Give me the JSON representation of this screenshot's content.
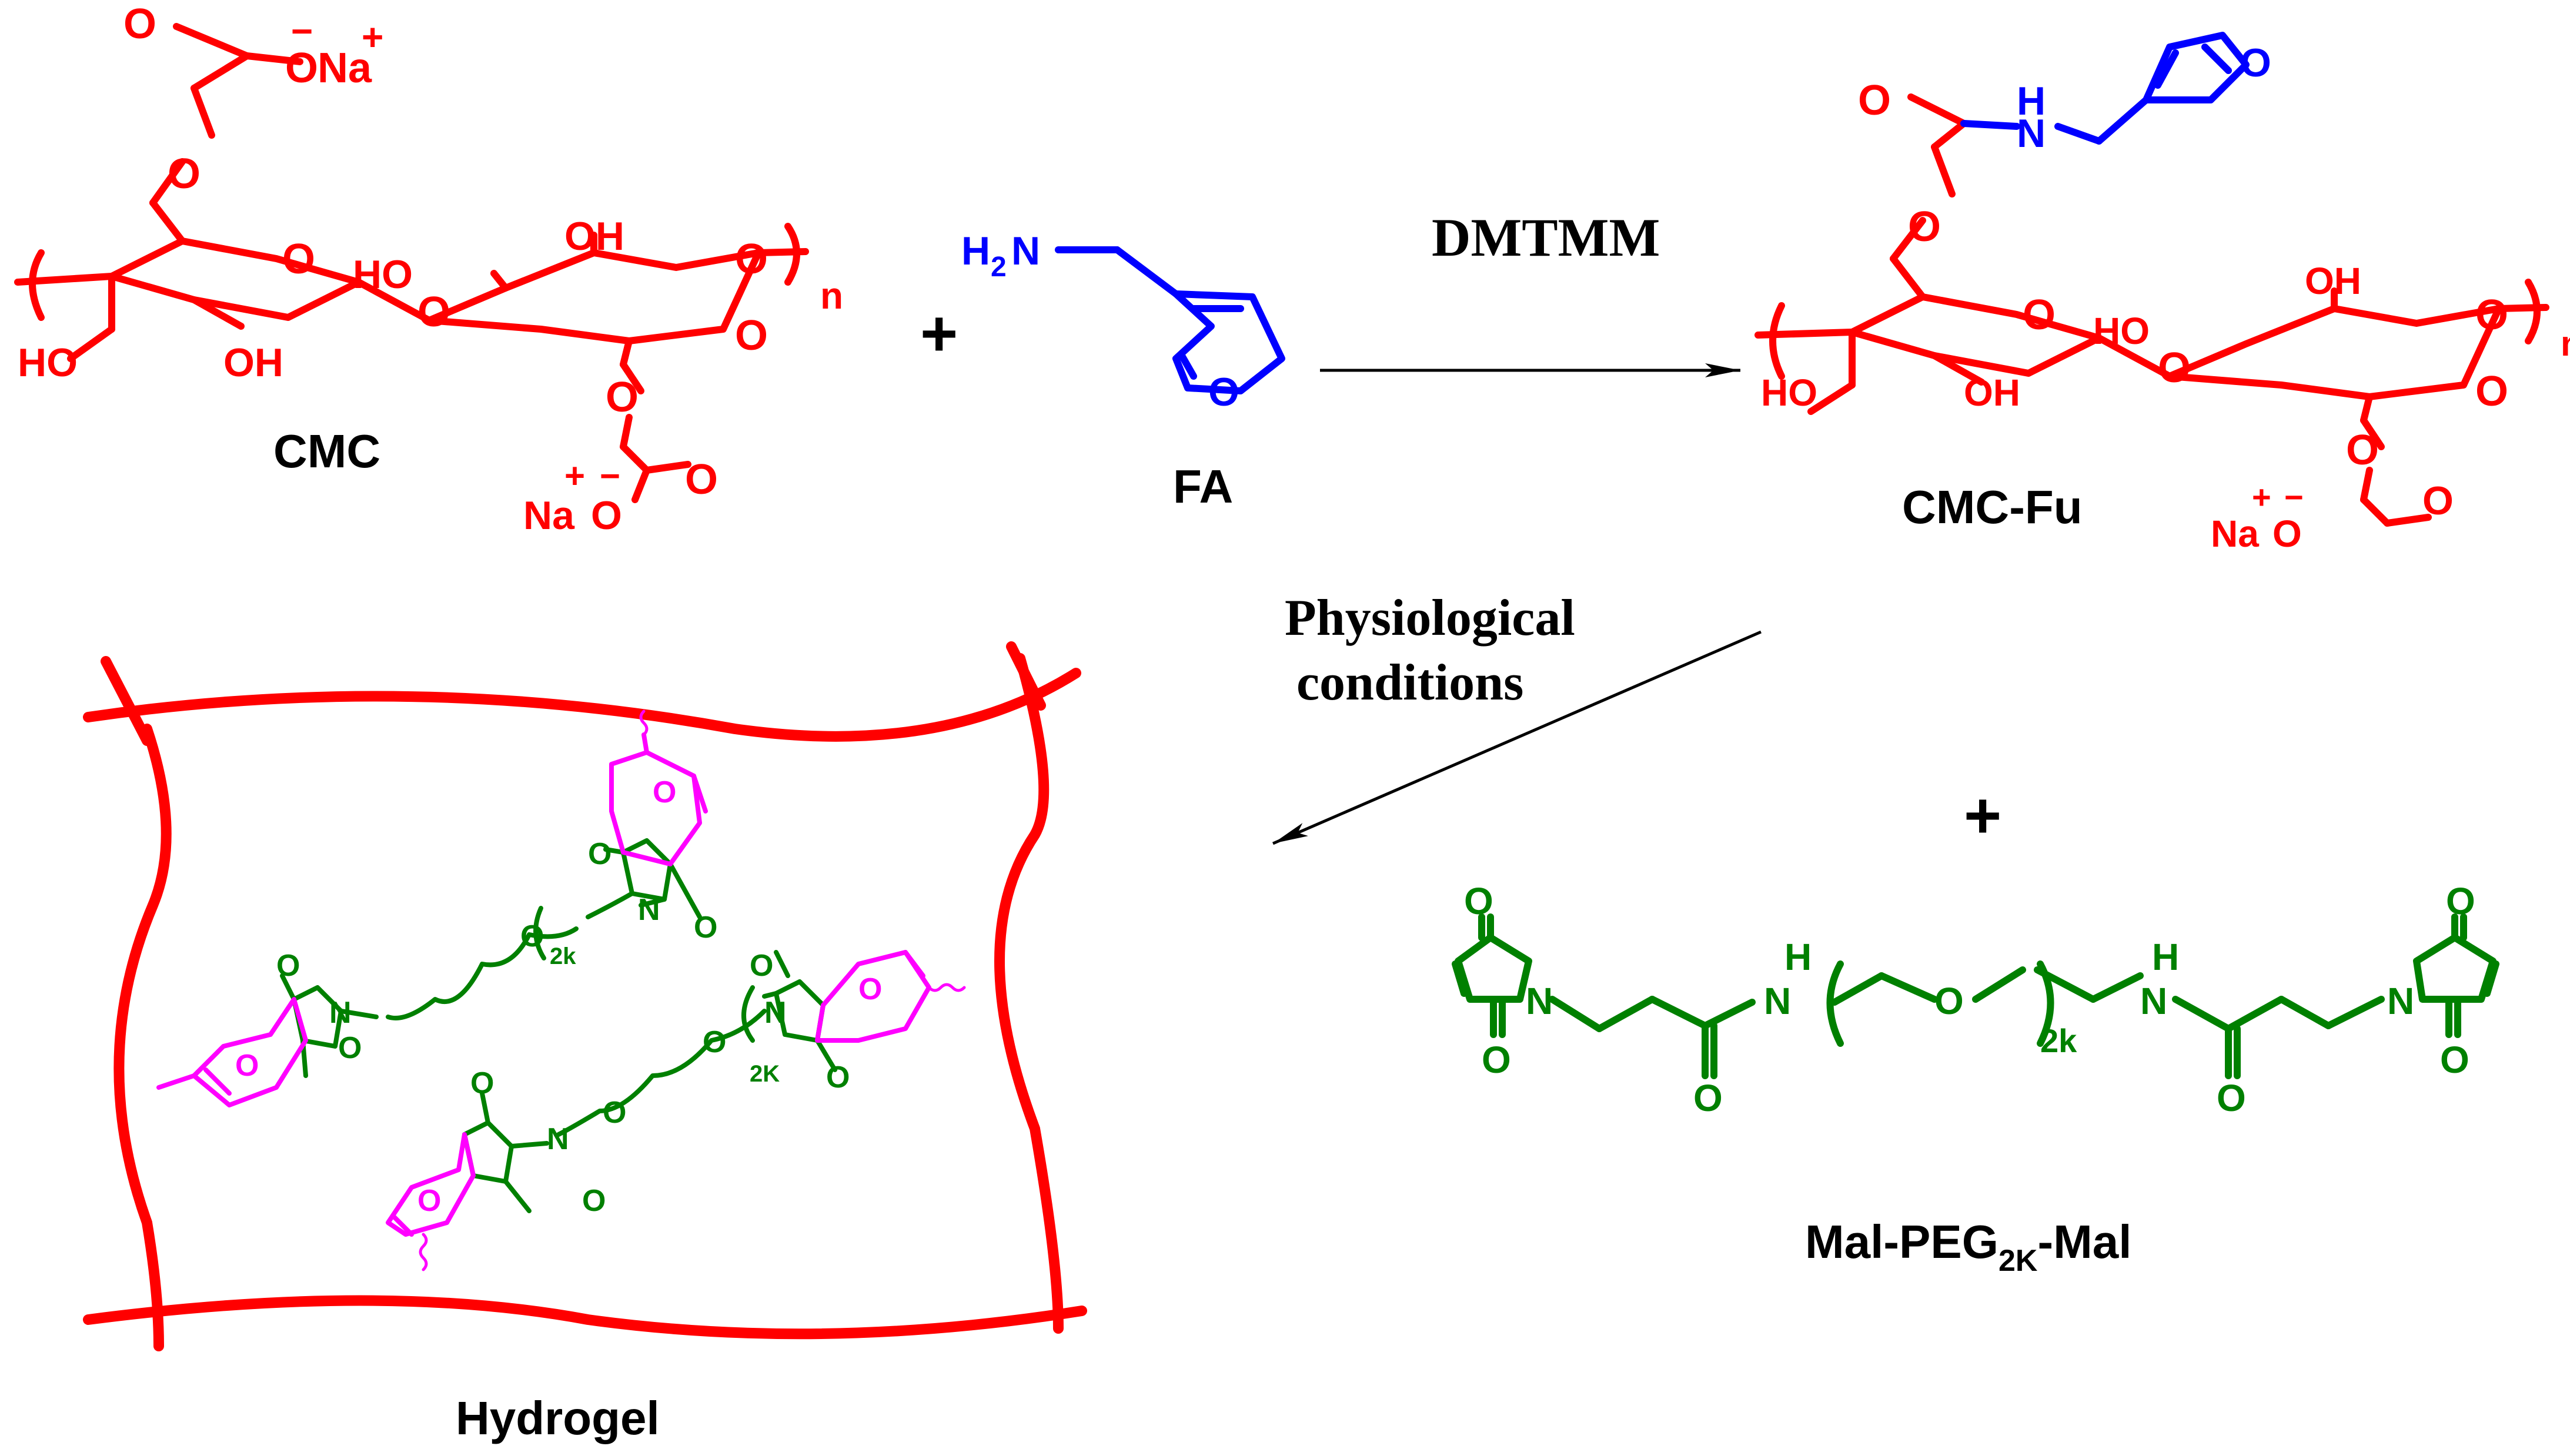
{
  "labels": {
    "cmc": "CMC",
    "fa": "FA",
    "cmc_fu": "CMC-Fu",
    "hydrogel": "Hydrogel",
    "mal_peg_main": "Mal-PEG",
    "mal_peg_sub": "2K",
    "mal_peg_end": "-Mal",
    "reagent": "DMTMM",
    "conditions_line1": "Physiological",
    "conditions_line2": "conditions",
    "plus": "+"
  },
  "atoms": {
    "O": "O",
    "Na": "Na",
    "plus_charge": "+",
    "minus_charge": "−",
    "OH": "OH",
    "HO": "HO",
    "H2N_H": "H",
    "H2N_2": "2",
    "H2N_N": "N",
    "N": "N",
    "H": "H",
    "n": "n",
    "peg_2k": "2k",
    "peg_2k_upper": "2K"
  },
  "colors": {
    "cmc": "#ff0000",
    "furan": "#0000ff",
    "peg": "#008000",
    "adduct": "#ff00ff",
    "text": "#000000"
  }
}
